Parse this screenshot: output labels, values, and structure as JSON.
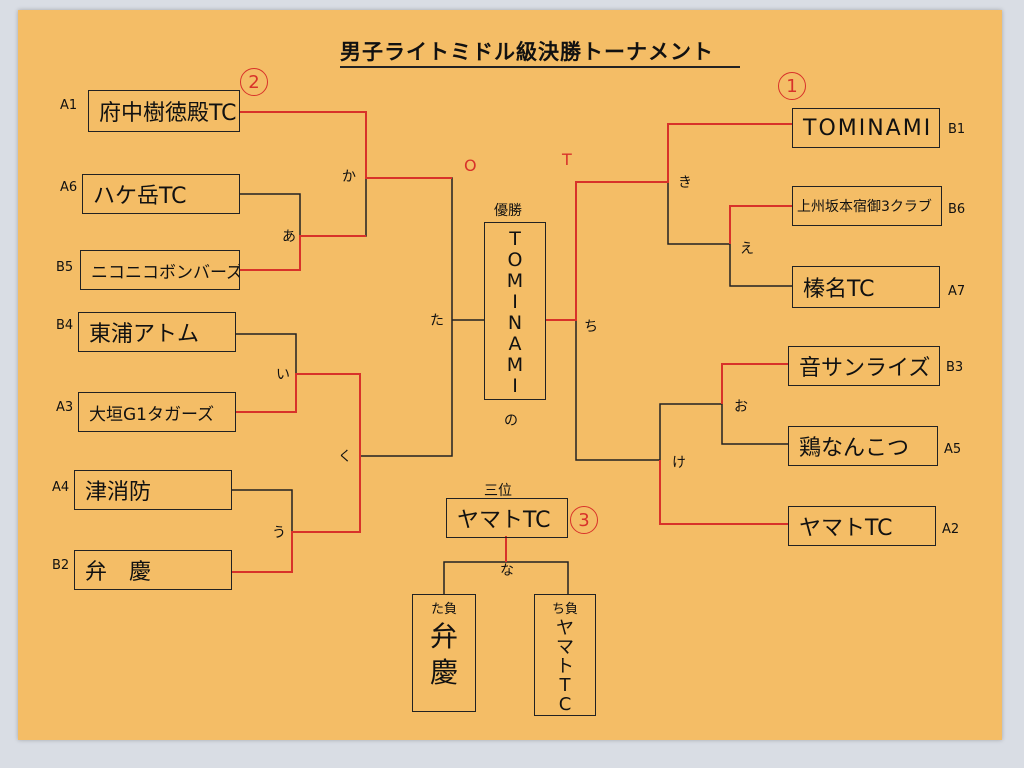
{
  "title": "男子ライトミドル級決勝トーナメント",
  "left_teams": [
    {
      "seed": "A1",
      "name": "府中樹徳殿TC"
    },
    {
      "seed": "A6",
      "name": "ハケ岳TC"
    },
    {
      "seed": "B5",
      "name": "ニコニコボンバーズ"
    },
    {
      "seed": "B4",
      "name": "東浦アトム"
    },
    {
      "seed": "A3",
      "name": "大垣G1タガーズ"
    },
    {
      "seed": "A4",
      "name": "津消防"
    },
    {
      "seed": "B2",
      "name": "弁　慶"
    }
  ],
  "right_teams": [
    {
      "seed": "B1",
      "name": "TOMINAMI"
    },
    {
      "seed": "B6",
      "name": "上州坂本宿御3クラブ"
    },
    {
      "seed": "A7",
      "name": "榛名TC"
    },
    {
      "seed": "B3",
      "name": "音サンライズ"
    },
    {
      "seed": "A5",
      "name": "鶏なんこつ"
    },
    {
      "seed": "A2",
      "name": "ヤマトTC"
    }
  ],
  "match_labels": {
    "a": "あ",
    "ka": "か",
    "i": "い",
    "ku": "く",
    "u": "う",
    "ta": "た",
    "ki": "き",
    "e": "え",
    "o": "お",
    "ke": "け",
    "chi": "ち",
    "na": "な",
    "no": "の"
  },
  "champion": {
    "label": "優勝",
    "name": [
      "T",
      "O",
      "M",
      "I",
      "N",
      "A",
      "M",
      "I"
    ]
  },
  "third": {
    "label": "三位",
    "name": "ヤマトTC",
    "place_mark": "3"
  },
  "losers": {
    "ta": {
      "label": "た負",
      "name": [
        "弁",
        "慶"
      ]
    },
    "chi": {
      "label": "ち負",
      "name": [
        "ヤ",
        "マ",
        "ト",
        "T",
        "C"
      ]
    }
  },
  "place_marks": {
    "left_top": "2",
    "right_top": "1"
  },
  "red_marks": {
    "o": "O",
    "t": "T"
  },
  "colors": {
    "paper": "#f4bd66",
    "winner_line": "#d8322a",
    "line": "#222222"
  }
}
